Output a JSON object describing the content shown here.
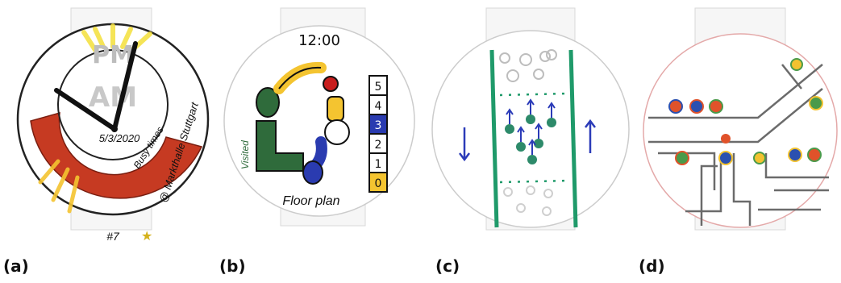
{
  "figure": {
    "panels": [
      {
        "caption": "(a)",
        "sketch": "clock-busy-times",
        "pm_label": "PM",
        "am_label": "AM",
        "date": "5/3/2020",
        "busy_label": "Busy times",
        "location_label": "@ Markthalle Stuttgart",
        "footer_label": "#7",
        "colors": {
          "busy": "#c63a22",
          "highlight": "#f4e03a",
          "ink": "#111111"
        }
      },
      {
        "caption": "(b)",
        "sketch": "floor-plan-watch",
        "time": "12:00",
        "visited_label": "Visited",
        "floor_plan_label": "Floor plan",
        "floors": [
          "5",
          "4",
          "3",
          "2",
          "1",
          "0"
        ],
        "colors": {
          "visited": "#2f6b3b",
          "highlight": "#f4c430",
          "active": "#2a3bb0",
          "alert": "#c81e1e"
        }
      },
      {
        "caption": "(c)",
        "sketch": "aisle-crowd-flow",
        "colors": {
          "lane": "#1f9a6a",
          "people": "#2d8a6a",
          "arrows": "#2b3bb8",
          "faint": "#bdbdbd"
        }
      },
      {
        "caption": "(d)",
        "sketch": "street-map-groups",
        "colors": {
          "street": "#6b6b6b",
          "dot_red": "#e0522a",
          "dot_blue": "#2b50b0",
          "dot_yellow": "#f2c230",
          "dot_green": "#4a9a4a"
        }
      }
    ]
  }
}
